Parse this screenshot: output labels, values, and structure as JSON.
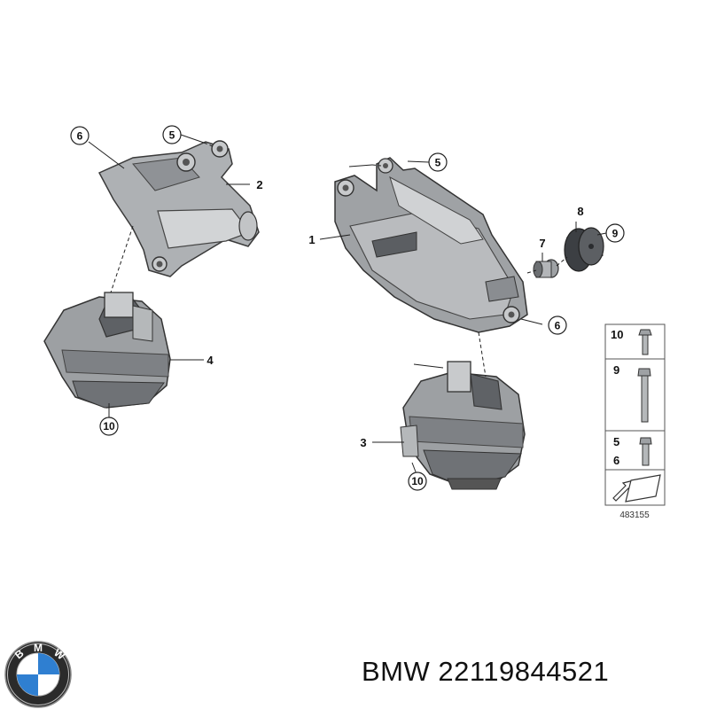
{
  "callouts": {
    "c1": "1",
    "c2": "2",
    "c3": "3",
    "c4": "4",
    "c5a": "5",
    "c5b": "5",
    "c6a": "6",
    "c6b": "6",
    "c7": "7",
    "c8": "8",
    "c9": "9",
    "c10a": "10",
    "c10b": "10"
  },
  "legend": {
    "row1": "10",
    "row2": "9",
    "row3a": "5",
    "row3b": "6"
  },
  "diagram_ref": "483155",
  "brand": {
    "logo_letters": [
      "B",
      "M",
      "W"
    ],
    "caption": "BMW 22119844521"
  }
}
